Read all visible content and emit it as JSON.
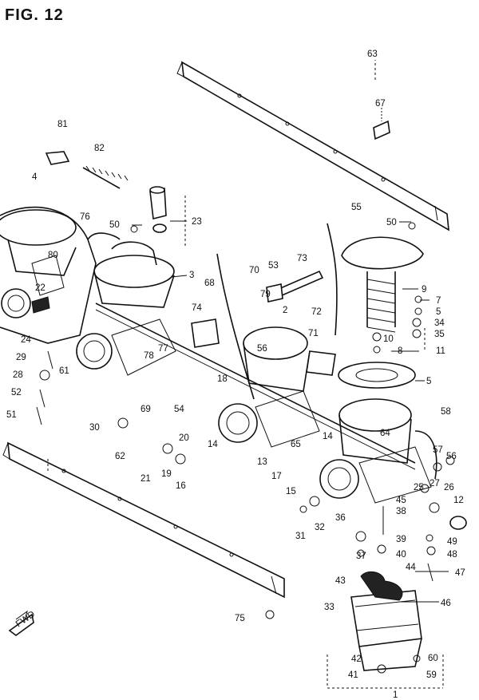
{
  "figure": {
    "title": "FIG. 12",
    "fwd_label": "FWD"
  },
  "callouts": [
    {
      "id": "c63",
      "text": "63"
    },
    {
      "id": "c67",
      "text": "67"
    },
    {
      "id": "c81",
      "text": "81"
    },
    {
      "id": "c82",
      "text": "82"
    },
    {
      "id": "c4",
      "text": "4"
    },
    {
      "id": "c55",
      "text": "55"
    },
    {
      "id": "c76",
      "text": "76"
    },
    {
      "id": "c50a",
      "text": "50"
    },
    {
      "id": "c23",
      "text": "23"
    },
    {
      "id": "c50b",
      "text": "50"
    },
    {
      "id": "c80",
      "text": "80"
    },
    {
      "id": "c3",
      "text": "3"
    },
    {
      "id": "c70",
      "text": "70"
    },
    {
      "id": "c53",
      "text": "53"
    },
    {
      "id": "c73",
      "text": "73"
    },
    {
      "id": "c68",
      "text": "68"
    },
    {
      "id": "c9",
      "text": "9"
    },
    {
      "id": "c22",
      "text": "22"
    },
    {
      "id": "c79",
      "text": "79"
    },
    {
      "id": "c72",
      "text": "72"
    },
    {
      "id": "c7",
      "text": "7"
    },
    {
      "id": "c74",
      "text": "74"
    },
    {
      "id": "c2",
      "text": "2"
    },
    {
      "id": "c5a",
      "text": "5"
    },
    {
      "id": "c34",
      "text": "34"
    },
    {
      "id": "c35",
      "text": "35"
    },
    {
      "id": "c24",
      "text": "24"
    },
    {
      "id": "c71",
      "text": "71"
    },
    {
      "id": "c10",
      "text": "10"
    },
    {
      "id": "c77",
      "text": "77"
    },
    {
      "id": "c8",
      "text": "8"
    },
    {
      "id": "c11",
      "text": "11"
    },
    {
      "id": "c56a",
      "text": "56"
    },
    {
      "id": "c29",
      "text": "29"
    },
    {
      "id": "c78",
      "text": "78"
    },
    {
      "id": "c61",
      "text": "61"
    },
    {
      "id": "c28",
      "text": "28"
    },
    {
      "id": "c18",
      "text": "18"
    },
    {
      "id": "c5b",
      "text": "5"
    },
    {
      "id": "c52",
      "text": "52"
    },
    {
      "id": "c51",
      "text": "51"
    },
    {
      "id": "c69",
      "text": "69"
    },
    {
      "id": "c54",
      "text": "54"
    },
    {
      "id": "c58",
      "text": "58"
    },
    {
      "id": "c30",
      "text": "30"
    },
    {
      "id": "c64",
      "text": "64"
    },
    {
      "id": "c20",
      "text": "20"
    },
    {
      "id": "c14a",
      "text": "14"
    },
    {
      "id": "c14b",
      "text": "14"
    },
    {
      "id": "c65",
      "text": "65"
    },
    {
      "id": "c57",
      "text": "57"
    },
    {
      "id": "c56b",
      "text": "56"
    },
    {
      "id": "c62",
      "text": "62"
    },
    {
      "id": "c13",
      "text": "13"
    },
    {
      "id": "c17",
      "text": "17"
    },
    {
      "id": "c25",
      "text": "25"
    },
    {
      "id": "c27",
      "text": "27"
    },
    {
      "id": "c21",
      "text": "21"
    },
    {
      "id": "c19",
      "text": "19"
    },
    {
      "id": "c16",
      "text": "16"
    },
    {
      "id": "c15",
      "text": "15"
    },
    {
      "id": "c26",
      "text": "26"
    },
    {
      "id": "c45",
      "text": "45"
    },
    {
      "id": "c12",
      "text": "12"
    },
    {
      "id": "c38",
      "text": "38"
    },
    {
      "id": "c36",
      "text": "36"
    },
    {
      "id": "c32",
      "text": "32"
    },
    {
      "id": "c31",
      "text": "31"
    },
    {
      "id": "c39",
      "text": "39"
    },
    {
      "id": "c49",
      "text": "49"
    },
    {
      "id": "c37",
      "text": "37"
    },
    {
      "id": "c40",
      "text": "40"
    },
    {
      "id": "c48",
      "text": "48"
    },
    {
      "id": "c44",
      "text": "44"
    },
    {
      "id": "c47",
      "text": "47"
    },
    {
      "id": "c43",
      "text": "43"
    },
    {
      "id": "c46",
      "text": "46"
    },
    {
      "id": "c33",
      "text": "33"
    },
    {
      "id": "c75",
      "text": "75"
    },
    {
      "id": "c42",
      "text": "42"
    },
    {
      "id": "c60",
      "text": "60"
    },
    {
      "id": "c41",
      "text": "41"
    },
    {
      "id": "c59",
      "text": "59"
    },
    {
      "id": "c1",
      "text": "1"
    }
  ]
}
